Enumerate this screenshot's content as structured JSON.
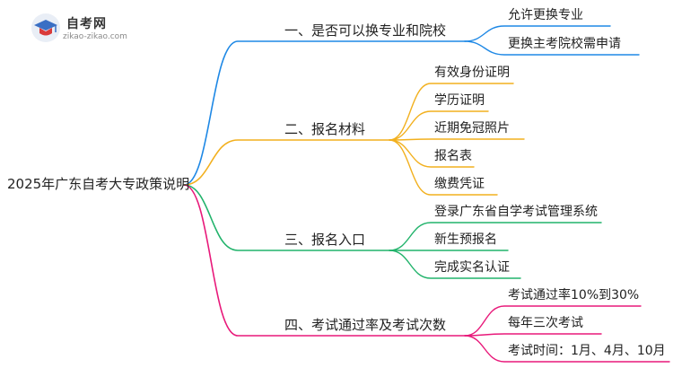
{
  "logo": {
    "title": "自考网",
    "url": "zikao-zikao.com"
  },
  "root": {
    "text": "2025年广东自考大专政策说明"
  },
  "branches": [
    {
      "label": "一、是否可以换专业和院校",
      "color": "#1e88e5",
      "leaves": [
        "允许更换专业",
        "更换主考院校需申请"
      ]
    },
    {
      "label": "二、报名材料",
      "color": "#f2b01e",
      "leaves": [
        "有效身份证明",
        "学历证明",
        "近期免冠照片",
        "报名表",
        "缴费凭证"
      ]
    },
    {
      "label": "三、报名入口",
      "color": "#21b36b",
      "leaves": [
        "登录广东省自学考试管理系统",
        "新生预报名",
        "完成实名认证"
      ]
    },
    {
      "label": "四、考试通过率及考试次数",
      "color": "#e8197a",
      "leaves": [
        "考试通过率10%到30%",
        "每年三次考试",
        "考试时间：1月、4月、10月"
      ]
    }
  ]
}
